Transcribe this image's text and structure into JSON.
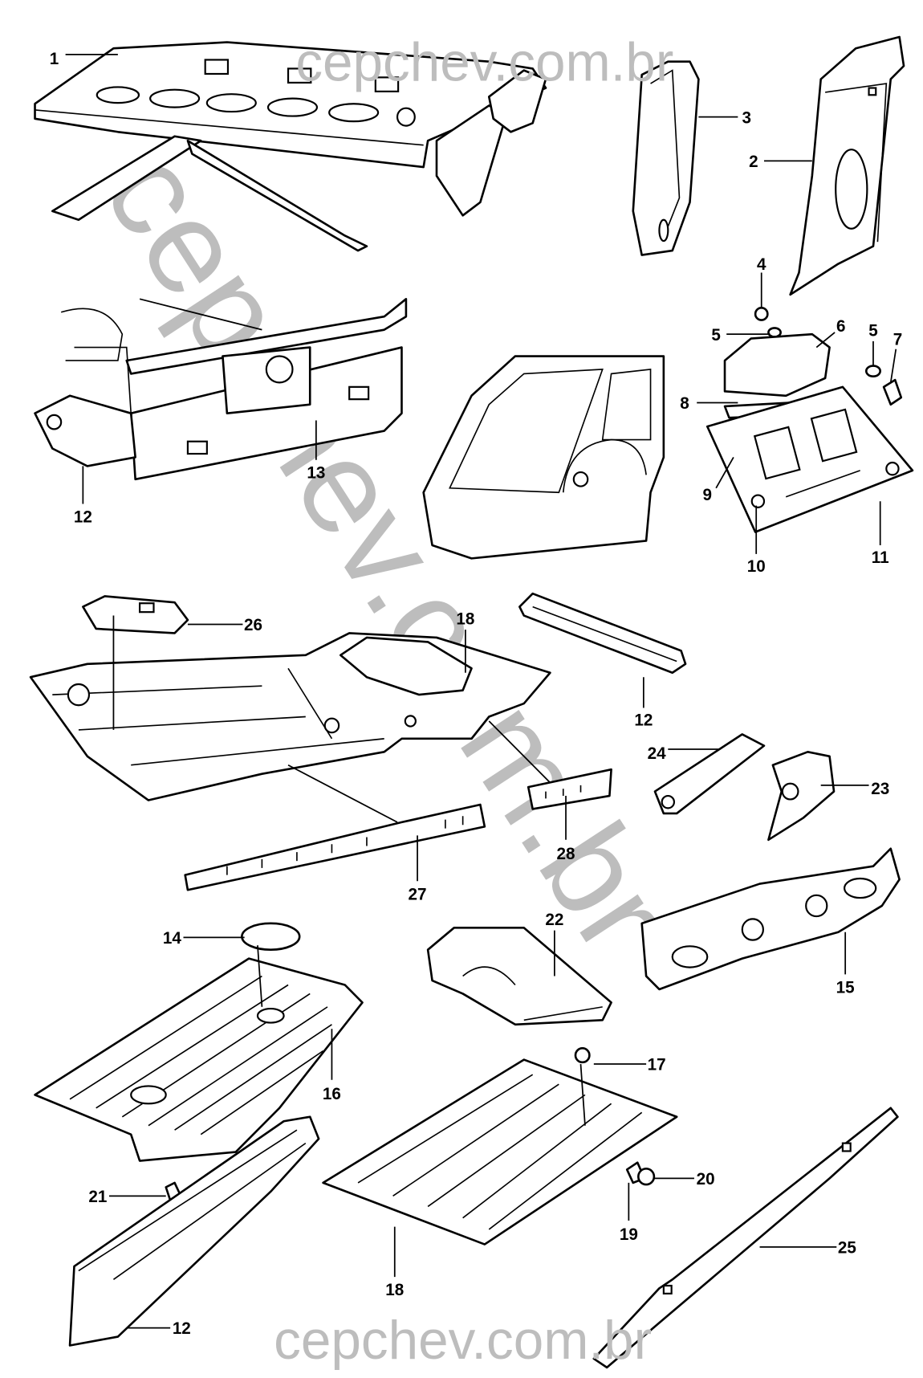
{
  "watermark": {
    "text": "cepchev.com.br",
    "color": "#bdbdbd"
  },
  "callouts": {
    "c1": "1",
    "c2": "2",
    "c3": "3",
    "c4": "4",
    "c5a": "5",
    "c5b": "5",
    "c6": "6",
    "c7": "7",
    "c8": "8",
    "c9": "9",
    "c10": "10",
    "c11": "11",
    "c12a": "12",
    "c12b": "12",
    "c12c": "12",
    "c13": "13",
    "c14": "14",
    "c15": "15",
    "c16": "16",
    "c17": "17",
    "c18a": "18",
    "c18b": "18",
    "c19": "19",
    "c20": "20",
    "c21": "21",
    "c22": "22",
    "c23": "23",
    "c24": "24",
    "c25": "25",
    "c26": "26",
    "c27": "27",
    "c28": "28"
  }
}
